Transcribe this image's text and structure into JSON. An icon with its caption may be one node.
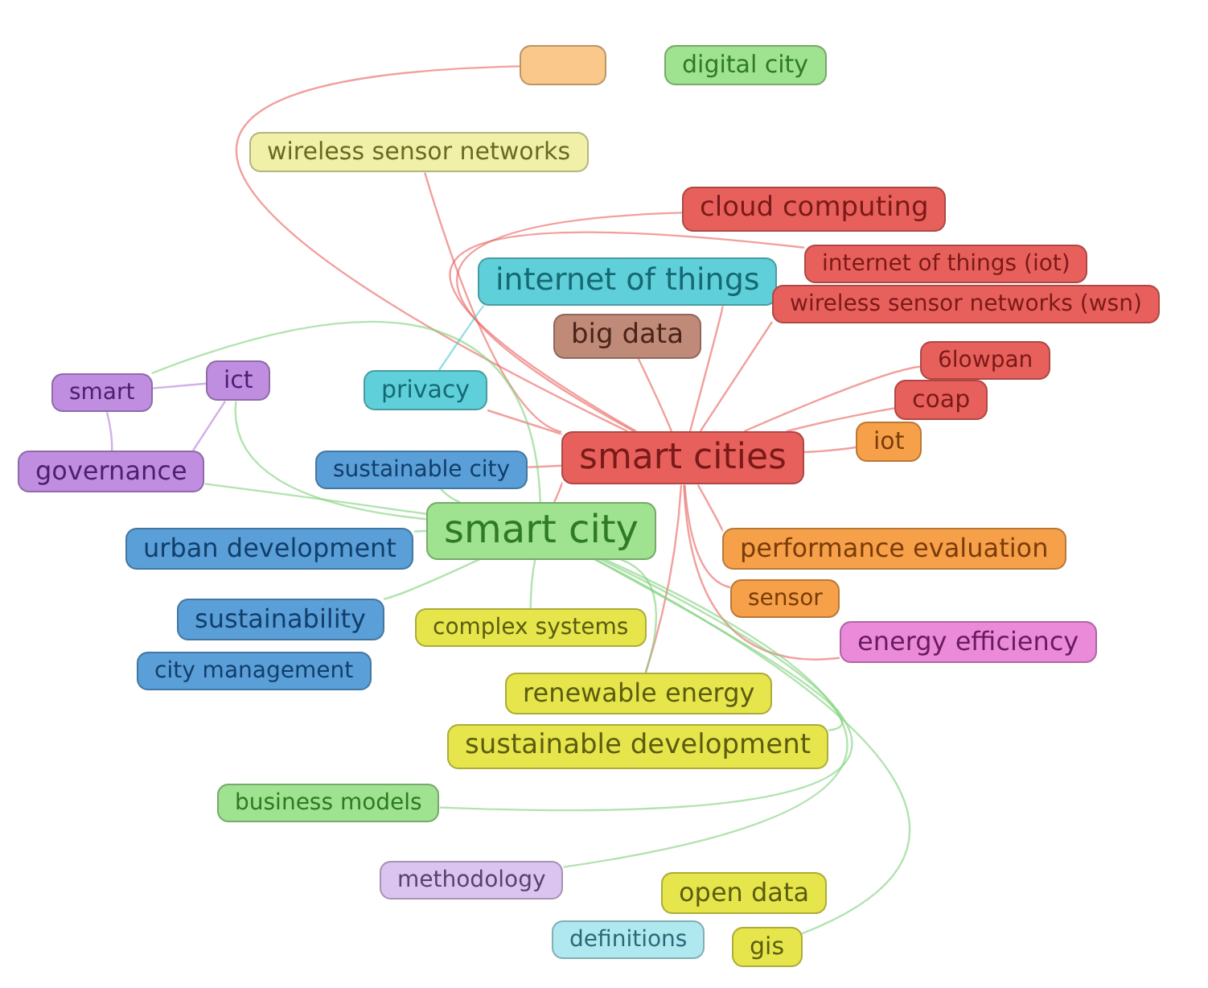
{
  "diagram": {
    "nodes": [
      {
        "text": [],
        "shape": "box"
      },
      {
        "text": [
          "digital city"
        ]
      },
      {
        "text": [
          "wireless sensor networks"
        ]
      },
      {
        "text": [
          "cloud computing"
        ]
      },
      {
        "text": [
          "internet of things (iot)"
        ]
      },
      {
        "text": [
          "internet of things"
        ]
      },
      {
        "text": [
          "wireless sensor networks (wsn)"
        ]
      },
      {
        "text": [
          "big data"
        ]
      },
      {
        "text": [
          "6lowpan"
        ]
      },
      {
        "text": [
          "smart"
        ]
      },
      {
        "text": [
          "ict"
        ]
      },
      {
        "text": [
          "privacy"
        ]
      },
      {
        "text": [
          "coap"
        ]
      },
      {
        "text": [
          "iot"
        ]
      },
      {
        "text": [
          "governance"
        ]
      },
      {
        "text": [
          "sustainable city"
        ]
      },
      {
        "text": [
          "smart cities"
        ]
      },
      {
        "text": [
          "urban development"
        ]
      },
      {
        "text": [
          "smart city"
        ]
      },
      {
        "text": [
          "performance evaluation"
        ]
      },
      {
        "text": [
          "sustainability"
        ]
      },
      {
        "text": [
          "complex systems"
        ]
      },
      {
        "text": [
          "sensor"
        ]
      },
      {
        "text": [
          "energy efficiency"
        ]
      },
      {
        "text": [
          "city management"
        ]
      },
      {
        "text": [
          "renewable energy"
        ]
      },
      {
        "text": [
          "sustainable development"
        ]
      },
      {
        "text": [
          "business models"
        ]
      },
      {
        "text": [
          "methodology"
        ]
      },
      {
        "text": [
          "open data"
        ]
      },
      {
        "text": [
          "definitions"
        ]
      },
      {
        "text": [
          "gis"
        ]
      }
    ],
    "edges": [
      {
        "from": 16,
        "to": 3,
        "arrow": "none",
        "color": "#e8605c"
      },
      {
        "from": 16,
        "to": 4,
        "arrow": "none",
        "color": "#e8605c"
      },
      {
        "from": 16,
        "to": 5,
        "arrow": "none",
        "color": "#e8605c"
      },
      {
        "from": 16,
        "to": 6,
        "arrow": "none",
        "color": "#e8605c"
      },
      {
        "from": 16,
        "to": 7,
        "arrow": "none",
        "color": "#e8605c"
      },
      {
        "from": 16,
        "to": 8,
        "arrow": "none",
        "color": "#e8605c"
      },
      {
        "from": 16,
        "to": 12,
        "arrow": "none",
        "color": "#e8605c"
      },
      {
        "from": 16,
        "to": 13,
        "arrow": "none",
        "color": "#e8605c"
      },
      {
        "from": 16,
        "to": 19,
        "arrow": "none",
        "color": "#e8605c"
      },
      {
        "from": 16,
        "to": 22,
        "arrow": "none",
        "color": "#e8605c"
      },
      {
        "from": 16,
        "to": 23,
        "arrow": "none",
        "color": "#e8605c"
      },
      {
        "from": 16,
        "to": 11,
        "arrow": "none",
        "color": "#e8605c"
      },
      {
        "from": 16,
        "to": 15,
        "arrow": "none",
        "color": "#e8605c"
      },
      {
        "from": 16,
        "to": 18,
        "arrow": "none",
        "color": "#e8605c"
      },
      {
        "from": 16,
        "to": 2,
        "arrow": "none",
        "color": "#e8605c"
      },
      {
        "from": 16,
        "to": 0,
        "arrow": "none",
        "color": "#e8605c"
      },
      {
        "from": 16,
        "to": 25,
        "arrow": "none",
        "color": "#e8605c"
      },
      {
        "from": 18,
        "to": 17,
        "arrow": "none",
        "color": "#7ed07a"
      },
      {
        "from": 18,
        "to": 20,
        "arrow": "none",
        "color": "#7ed07a"
      },
      {
        "from": 18,
        "to": 15,
        "arrow": "none",
        "color": "#7ed07a"
      },
      {
        "from": 18,
        "to": 14,
        "arrow": "none",
        "color": "#7ed07a"
      },
      {
        "from": 18,
        "to": 21,
        "arrow": "none",
        "color": "#7ed07a"
      },
      {
        "from": 18,
        "to": 27,
        "arrow": "none",
        "color": "#7ed07a"
      },
      {
        "from": 18,
        "to": 28,
        "arrow": "none",
        "color": "#7ed07a"
      },
      {
        "from": 18,
        "to": 31,
        "arrow": "none",
        "color": "#7ed07a"
      },
      {
        "from": 18,
        "to": 25,
        "arrow": "none",
        "color": "#7ed07a"
      },
      {
        "from": 18,
        "to": 26,
        "arrow": "none",
        "color": "#7ed07a"
      },
      {
        "from": 18,
        "to": 10,
        "arrow": "none",
        "color": "#7ed07a"
      },
      {
        "from": 18,
        "to": 9,
        "arrow": "none",
        "color": "#7ed07a"
      },
      {
        "from": 9,
        "to": 10,
        "arrow": "none",
        "color": "#b27cd6"
      },
      {
        "from": 9,
        "to": 14,
        "arrow": "none",
        "color": "#b27cd6"
      },
      {
        "from": 10,
        "to": 14,
        "arrow": "none",
        "color": "#b27cd6"
      },
      {
        "from": 5,
        "to": 11,
        "arrow": "none",
        "color": "#4cc6d0"
      }
    ]
  }
}
